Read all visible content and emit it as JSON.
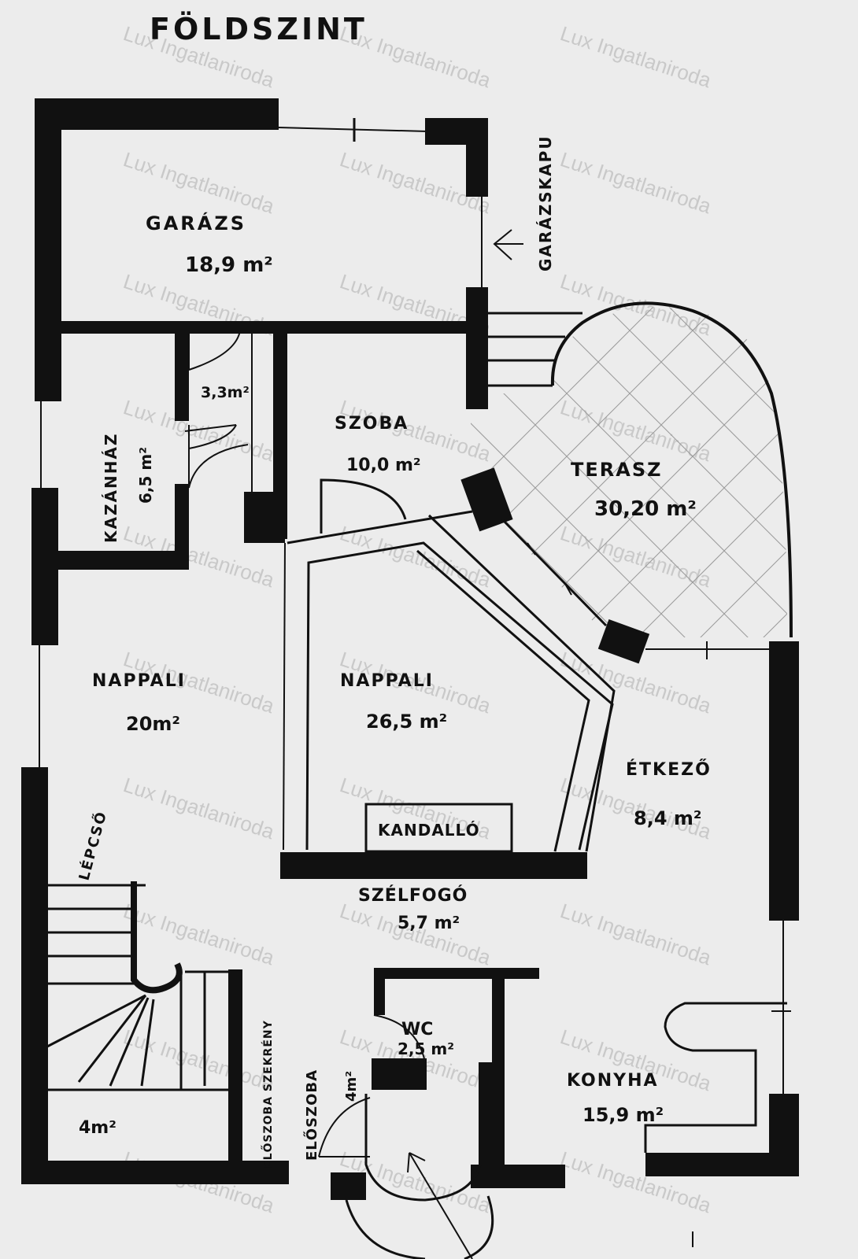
{
  "title": "FÖLDSZINT",
  "watermark": "Lux Ingatlaniroda",
  "garage_gate_label": "GARÁZSKAPU",
  "rooms": {
    "garazs": {
      "name": "GARÁZS",
      "area": "18,9 m²"
    },
    "wc_small": {
      "area": "3,3m²"
    },
    "kazanhaz": {
      "name": "KAZÁNHÁZ",
      "area": "6,5 m²"
    },
    "szoba": {
      "name": "SZOBA",
      "area": "10,0 m²"
    },
    "terasz": {
      "name": "TERASZ",
      "area": "30,20 m²"
    },
    "nappali_left": {
      "name": "NAPPALI",
      "area": "20m²"
    },
    "nappali_center": {
      "name": "NAPPALI",
      "area": "26,5 m²"
    },
    "kandallo": {
      "name": "KANDALLÓ"
    },
    "etkezo": {
      "name": "ÉTKEZŐ",
      "area": "8,4 m²"
    },
    "lepcso": {
      "name": "LÉPCSŐ"
    },
    "stair_area": {
      "area": "4m²"
    },
    "szelfogo": {
      "name": "SZÉLFOGÓ",
      "area": "5,7 m²"
    },
    "wc": {
      "name": "WC",
      "area": "2,5 m²"
    },
    "eloszoba": {
      "name": "ELŐSZOBA",
      "area": "4m²"
    },
    "eloszoba_szekreny": {
      "name": "ELŐSZOBA SZEKRÉNY"
    },
    "konyha": {
      "name": "KONYHA",
      "area": "15,9 m²"
    }
  }
}
